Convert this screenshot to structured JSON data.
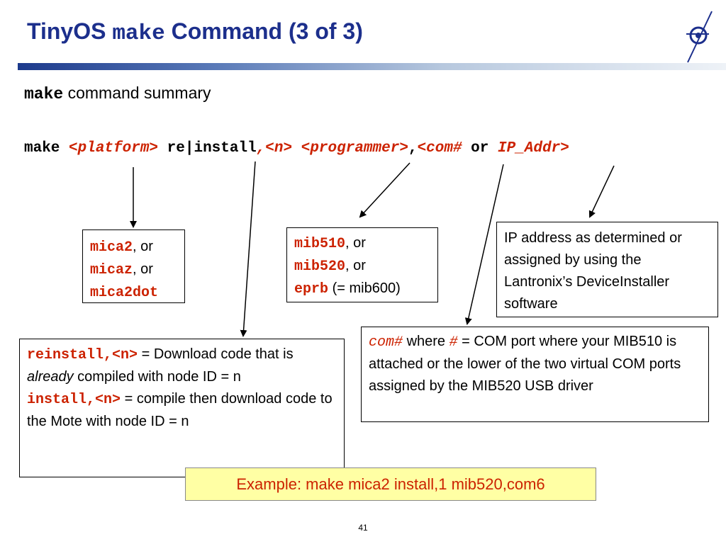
{
  "slide": {
    "title_pre": "TinyOS ",
    "title_code": "make",
    "title_post": " Command (3 of 3)",
    "summary_code": "make",
    "summary_text": " command summary",
    "command": {
      "make": "make ",
      "platform": "<platform>",
      "space1": " ",
      "reinstall": "re|install",
      "n": ",<n>",
      "space2": " ",
      "programmer": "<programmer>",
      "comma": ",",
      "com": "<com#",
      "or": " or ",
      "ip": "IP_Addr>"
    },
    "platform_box": {
      "line1_code": "mica2",
      "line1_text": ", or",
      "line2_code": "micaz",
      "line2_text": ", or",
      "line3_code": "mica2dot"
    },
    "programmer_box": {
      "line1_code": "mib510",
      "line1_text": ", or",
      "line2_code": "mib520",
      "line2_text": ", or",
      "line3_code": "eprb",
      "line3_text": " (= mib600)"
    },
    "ip_box": {
      "text": "IP address as determined or assigned by using the Lantronix’s DeviceInstaller software"
    },
    "com_box": {
      "code1": "com#",
      "text1": " where ",
      "code2": "#",
      "text2": " = COM port where your MIB510 is attached or the lower of the two virtual COM ports assigned by the MIB520 USB driver"
    },
    "install_box": {
      "code1": "reinstall,<n>",
      "text1": " = Download code that is ",
      "em": "already",
      "text2": " compiled with node ID = n",
      "code2": "install,<n>",
      "text3": " = compile then download code to the Mote with node ID = n"
    },
    "example": "Example: make mica2 install,1 mib520,com6",
    "page_number": "41"
  },
  "colors": {
    "title": "#1c2f8c",
    "code_red": "#cc2200",
    "example_bg": "#ffffa4"
  }
}
